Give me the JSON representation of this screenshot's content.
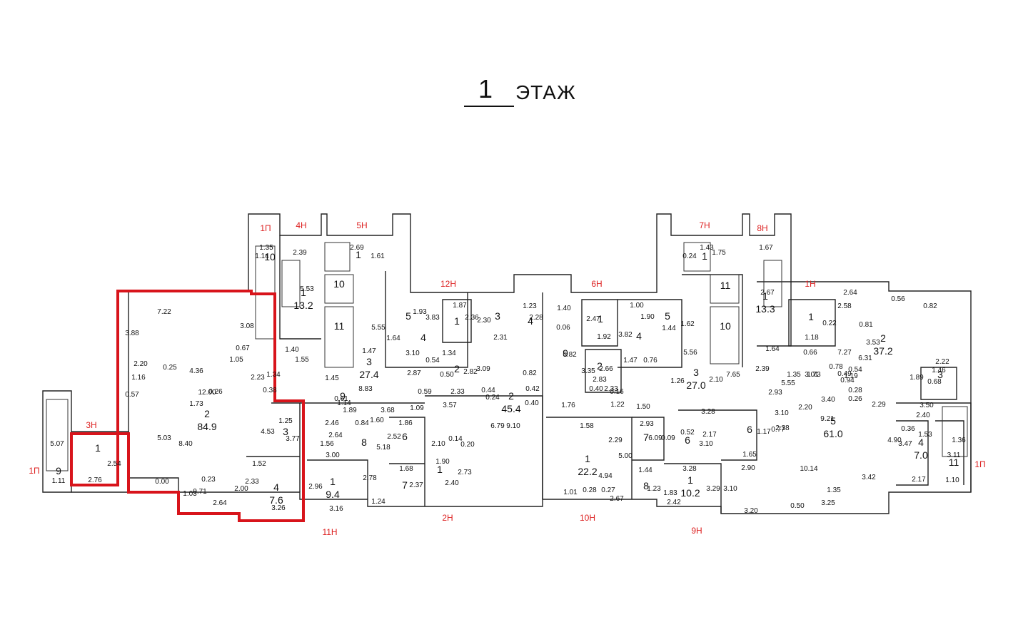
{
  "title": {
    "number": "1",
    "word": "ЭТАЖ"
  },
  "highlight_color": "#d8141b",
  "entrances": [
    "1П",
    "4Н",
    "5Н",
    "12Н",
    "6Н",
    "7Н",
    "8Н",
    "1Н",
    "3Н",
    "1П",
    "11Н",
    "2Н",
    "10Н",
    "9Н",
    "1П"
  ],
  "rooms": [
    {
      "id": "l10",
      "num": "10",
      "area": ""
    },
    {
      "id": "l1_13",
      "num": "1",
      "area": "13.2"
    },
    {
      "id": "l1_5h",
      "num": "1",
      "area": ""
    },
    {
      "id": "l10e",
      "num": "10",
      "area": ""
    },
    {
      "id": "l11e",
      "num": "11",
      "area": ""
    },
    {
      "id": "l3",
      "num": "3",
      "area": "27.4"
    },
    {
      "id": "l5",
      "num": "5",
      "area": ""
    },
    {
      "id": "l4",
      "num": "4",
      "area": ""
    },
    {
      "id": "l2",
      "num": "2",
      "area": "84.9"
    },
    {
      "id": "l3b",
      "num": "3",
      "area": ""
    },
    {
      "id": "l4b",
      "num": "4",
      "area": "7.6"
    },
    {
      "id": "l1_3h",
      "num": "1",
      "area": ""
    },
    {
      "id": "l9s",
      "num": "9",
      "area": ""
    },
    {
      "id": "l1_12",
      "num": "1",
      "area": ""
    },
    {
      "id": "l2s",
      "num": "2",
      "area": ""
    },
    {
      "id": "l3t",
      "num": "3",
      "area": ""
    },
    {
      "id": "l4t",
      "num": "4",
      "area": ""
    },
    {
      "id": "l2big",
      "num": "2",
      "area": "45.4"
    },
    {
      "id": "l8",
      "num": "8",
      "area": ""
    },
    {
      "id": "l9w",
      "num": "9",
      "area": ""
    },
    {
      "id": "l6",
      "num": "6",
      "area": ""
    },
    {
      "id": "l7",
      "num": "7",
      "area": ""
    },
    {
      "id": "l1_94",
      "num": "1",
      "area": "9.4"
    },
    {
      "id": "l1_2h",
      "num": "1",
      "area": ""
    },
    {
      "id": "r1_6h",
      "num": "1",
      "area": ""
    },
    {
      "id": "r9",
      "num": "9",
      "area": ""
    },
    {
      "id": "r2",
      "num": "2",
      "area": ""
    },
    {
      "id": "r4",
      "num": "4",
      "area": ""
    },
    {
      "id": "r5",
      "num": "5",
      "area": ""
    },
    {
      "id": "r3",
      "num": "3",
      "area": "27.0"
    },
    {
      "id": "r1_222",
      "num": "1",
      "area": "22.2"
    },
    {
      "id": "r7",
      "num": "7",
      "area": ""
    },
    {
      "id": "r6",
      "num": "6",
      "area": ""
    },
    {
      "id": "r8",
      "num": "8",
      "area": ""
    },
    {
      "id": "r1_102",
      "num": "1",
      "area": "10.2"
    },
    {
      "id": "r6b",
      "num": "6",
      "area": ""
    },
    {
      "id": "r11e",
      "num": "11",
      "area": ""
    },
    {
      "id": "r10e",
      "num": "10",
      "area": ""
    },
    {
      "id": "r1_7h",
      "num": "1",
      "area": ""
    },
    {
      "id": "r1_133",
      "num": "1",
      "area": "13.3"
    },
    {
      "id": "r1_1h",
      "num": "1",
      "area": ""
    },
    {
      "id": "r2_372",
      "num": "2",
      "area": "37.2"
    },
    {
      "id": "r5_61",
      "num": "5",
      "area": "61.0"
    },
    {
      "id": "r3w",
      "num": "3",
      "area": ""
    },
    {
      "id": "r4_70",
      "num": "4",
      "area": "7.0"
    },
    {
      "id": "r11",
      "num": "11",
      "area": ""
    }
  ],
  "dimensions": [
    "2.39",
    "5.53",
    "1.35",
    "1.14",
    "2.69",
    "1.61",
    "7.22",
    "3.88",
    "3.08",
    "0.67",
    "2.20",
    "0.25",
    "4.36",
    "1.05",
    "1.16",
    "0.57",
    "2.23",
    "0.38",
    "1.34",
    "12.00",
    "0.26",
    "1.73",
    "5.03",
    "8.40",
    "1.25",
    "4.53",
    "3.77",
    "0.00",
    "0.23",
    "1.52",
    "2.33",
    "2.00",
    "0.71",
    "1.03",
    "2.64",
    "3.26",
    "2.76",
    "2.54",
    "5.07",
    "1.11",
    "1.40",
    "1.55",
    "1.45",
    "1.47",
    "5.55",
    "8.83",
    "1.64",
    "1.93",
    "3.83",
    "3.10",
    "0.54",
    "2.87",
    "0.50",
    "1.34",
    "2.82",
    "0.59",
    "2.33",
    "1.87",
    "2.36",
    "2.30",
    "2.31",
    "1.23",
    "2.28",
    "0.44",
    "0.24",
    "3.09",
    "3.57",
    "6.79",
    "9.10",
    "0.40",
    "0.82",
    "0.42",
    "2.64",
    "1.56",
    "3.00",
    "0.84",
    "1.60",
    "5.18",
    "1.14",
    "1.89",
    "0.61",
    "2.46",
    "3.68",
    "1.09",
    "1.86",
    "2.52",
    "2.10",
    "1.90",
    "0.14",
    "0.20",
    "2.73",
    "2.40",
    "1.68",
    "2.37",
    "2.96",
    "3.16",
    "2.78",
    "1.24",
    "1.40",
    "0.06",
    "6.82",
    "2.47",
    "1.92",
    "1.00",
    "1.90",
    "3.82",
    "1.44",
    "1.62",
    "5.56",
    "1.47",
    "0.76",
    "3.35",
    "2.66",
    "2.83",
    "2.33",
    "0.16",
    "0.40",
    "1.22",
    "1.76",
    "1.26",
    "2.10",
    "7.65",
    "1.50",
    "2.93",
    "6.09",
    "1.58",
    "2.29",
    "5.00",
    "4.94",
    "0.28",
    "0.27",
    "2.67",
    "1.01",
    "1.44",
    "1.23",
    "3.28",
    "1.83",
    "2.42",
    "3.29",
    "0.09",
    "0.52",
    "3.10",
    "2.17",
    "3.28",
    "1.17",
    "0.77",
    "1.65",
    "2.93",
    "3.10",
    "2.20",
    "2.38",
    "1.43",
    "1.75",
    "0.24",
    "1.67",
    "2.67",
    "1.64",
    "2.39",
    "5.55",
    "1.35",
    "3.01",
    "1.73",
    "0.22",
    "1.18",
    "0.66",
    "2.58",
    "2.64",
    "0.56",
    "0.82",
    "0.81",
    "3.53",
    "7.27",
    "6.31",
    "0.78",
    "0.54",
    "0.49",
    "1.19",
    "0.94",
    "0.28",
    "0.26",
    "3.40",
    "2.22",
    "1.46",
    "1.89",
    "0.68",
    "2.29",
    "2.40",
    "3.50",
    "9.21",
    "1.53",
    "0.36",
    "3.47",
    "4.90",
    "1.36",
    "3.11",
    "2.17",
    "1.10",
    "10.14",
    "2.90",
    "3.10",
    "3.42",
    "1.35",
    "3.20",
    "0.50",
    "3.25"
  ]
}
